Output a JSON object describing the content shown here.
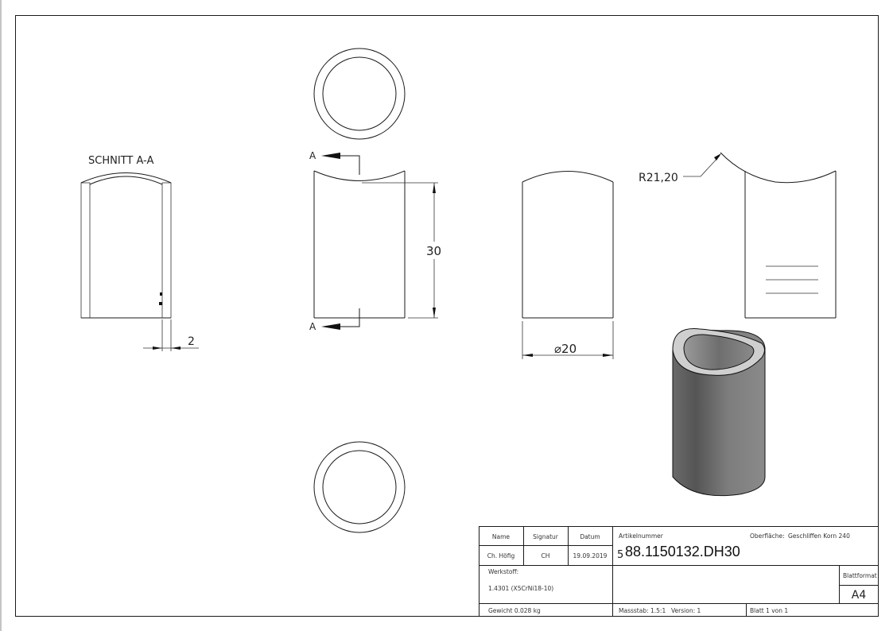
{
  "drawing": {
    "section_label": "SCHNITT A-A",
    "section_marker_top": "A",
    "section_marker_bottom": "A",
    "dim_height": "30",
    "dim_wall": "2",
    "dim_diameter": "⌀20",
    "dim_radius": "R21,20"
  },
  "title_block": {
    "headers": {
      "name": "Name",
      "signatur": "Signatur",
      "datum": "Datum"
    },
    "values": {
      "name": "Ch. Höfig",
      "signatur": "CH",
      "datum": "19.09.2019"
    },
    "artikelnummer_label": "Artikelnummer",
    "artikelnummer_prefix": "5",
    "artikelnummer": "88.1150132.DH30",
    "oberflaeche_label": "Oberfläche:",
    "oberflaeche_value": "Geschliffen Korn 240",
    "werkstoff_label": "Werkstoff:",
    "werkstoff_value": "1.4301 (X5CrNi18-10)",
    "blattformat_label": "Blattformat",
    "blattformat_value": "A4",
    "gewicht": "Gewicht 0.028 kg",
    "massstab": "Massstab: 1.5:1",
    "version": "Version: 1",
    "blatt": "Blatt 1 von 1"
  }
}
